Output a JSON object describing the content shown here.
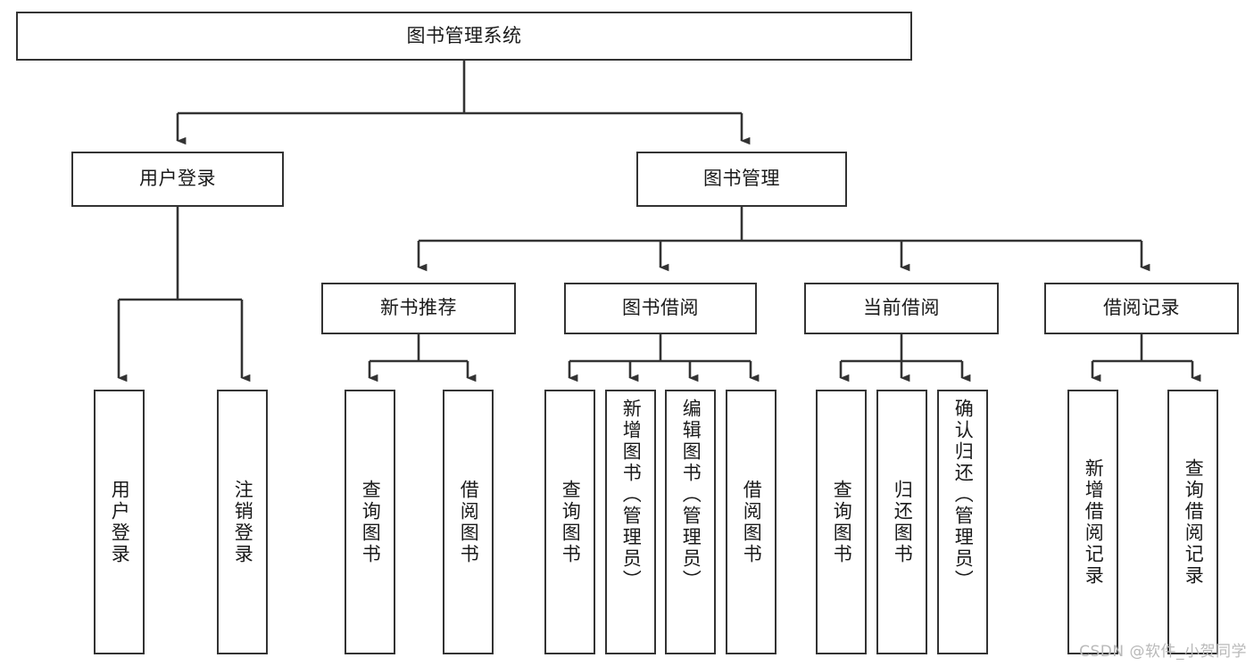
{
  "diagram": {
    "title": "图书管理系统",
    "type": "tree-hierarchy-chart",
    "watermark": "CSDN @软件_小贺同学",
    "colors": {
      "stroke": "#333333",
      "fill": "#ffffff",
      "text": "#1a1a1a",
      "watermark": "#b9b9b9"
    },
    "nodes": {
      "root": {
        "label": "图书管理系统"
      },
      "level2": [
        {
          "id": "user-login",
          "label": "用户登录"
        },
        {
          "id": "book-manage",
          "label": "图书管理"
        }
      ],
      "level3": [
        {
          "id": "new-book-recommend",
          "label": "新书推荐"
        },
        {
          "id": "book-borrow",
          "label": "图书借阅"
        },
        {
          "id": "current-borrow",
          "label": "当前借阅"
        },
        {
          "id": "borrow-record",
          "label": "借阅记录"
        }
      ],
      "leaves": {
        "user_login": [
          {
            "id": "leaf-user-login",
            "label": "用户登录"
          },
          {
            "id": "leaf-logout-login",
            "label": "注销登录"
          }
        ],
        "new_book_recommend": [
          {
            "id": "leaf-query-book-1",
            "label": "查询图书"
          },
          {
            "id": "leaf-borrow-book-1",
            "label": "借阅图书"
          }
        ],
        "book_borrow": [
          {
            "id": "leaf-query-book-2",
            "label": "查询图书"
          },
          {
            "id": "leaf-add-book",
            "label": "新增图书（管理员）"
          },
          {
            "id": "leaf-edit-book",
            "label": "编辑图书（管理员）"
          },
          {
            "id": "leaf-borrow-book-2",
            "label": "借阅图书"
          }
        ],
        "current_borrow": [
          {
            "id": "leaf-query-book-3",
            "label": "查询图书"
          },
          {
            "id": "leaf-return-book",
            "label": "归还图书"
          },
          {
            "id": "leaf-confirm-return",
            "label": "确认归还（管理员）"
          }
        ],
        "borrow_record": [
          {
            "id": "leaf-add-record",
            "label": "新增借阅记录"
          },
          {
            "id": "leaf-query-record",
            "label": "查询借阅记录"
          }
        ]
      }
    }
  }
}
